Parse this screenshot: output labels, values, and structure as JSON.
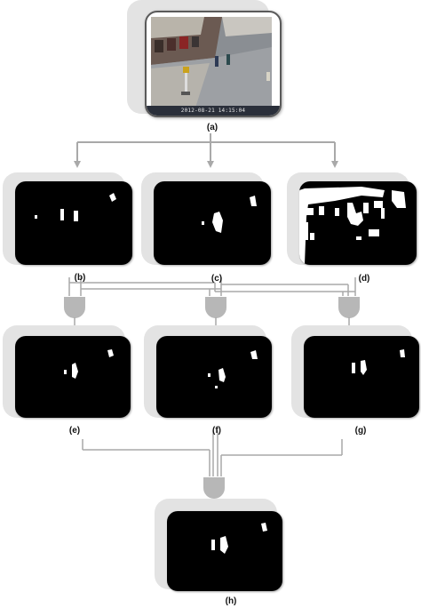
{
  "labels": {
    "a": "(a)",
    "b": "(b)",
    "c": "(c)",
    "d": "(d)",
    "e": "(e)",
    "f": "(f)",
    "g": "(g)",
    "h": "(h)"
  },
  "source_image": {
    "timestamp": "2012-08-21 14:15:04"
  },
  "colors": {
    "connector": "#a9a9a9",
    "gate": "#b7b7b7",
    "mask_background": "#000000",
    "mask_foreground": "#ffffff",
    "panel_shadow": "#e3e3e3"
  }
}
